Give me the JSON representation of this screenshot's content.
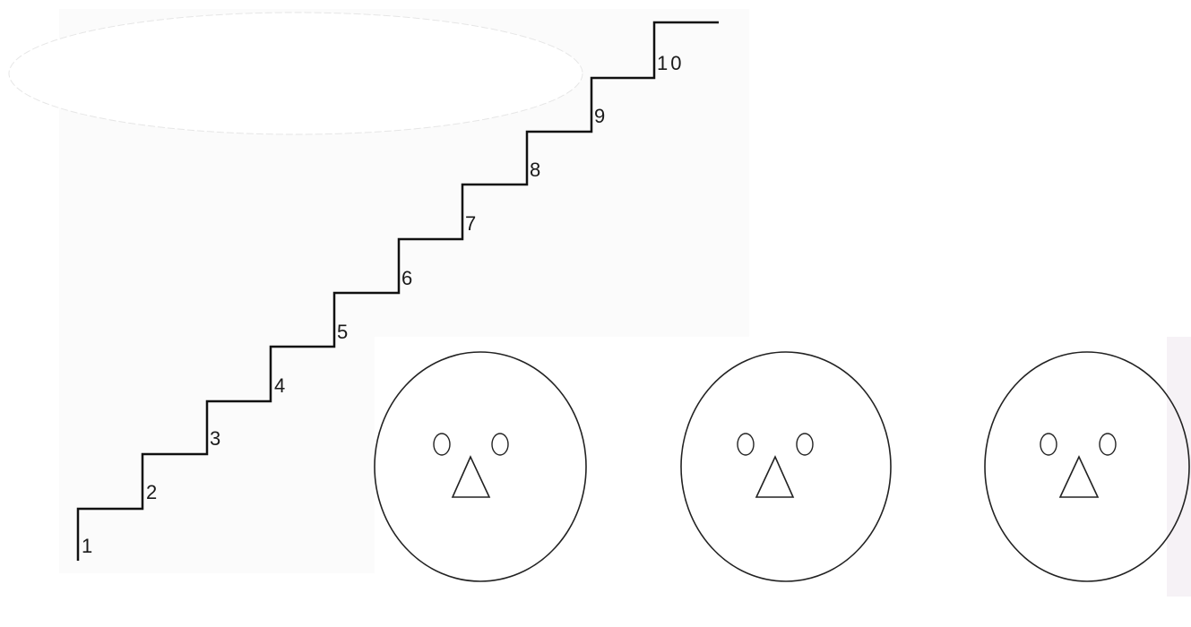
{
  "staircase": {
    "step_labels": [
      "1",
      "2",
      "3",
      "4",
      "5",
      "6",
      "7",
      "8",
      "9",
      "10"
    ]
  },
  "faces": {
    "count": 3
  }
}
